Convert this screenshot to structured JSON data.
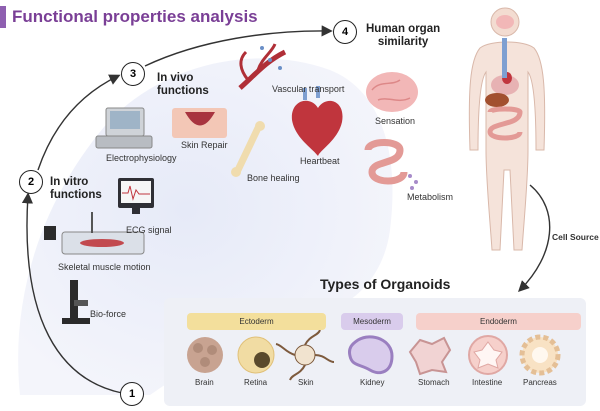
{
  "title": "Functional properties analysis",
  "steps": [
    "1",
    "2",
    "3",
    "4"
  ],
  "sections": {
    "in_vitro": "In vitro\nfunctions",
    "in_vivo": "In vivo\nfunctions",
    "human": "Human organ\nsimilarity"
  },
  "labels": {
    "electrophysiology": "Electrophysiology",
    "skin_repair": "Skin Repair",
    "vascular_transport": "Vascular transport",
    "bone_healing": "Bone healing",
    "heartbeat": "Heartbeat",
    "sensation": "Sensation",
    "metabolism": "Metabolism",
    "ecg_signal": "ECG signal",
    "skeletal_muscle_motion": "Skeletal muscle motion",
    "bio_force": "Bio-force",
    "cell_source": "Cell Source"
  },
  "organoids": {
    "title": "Types of Organoids",
    "germ_layers": [
      "Ectoderm",
      "Mesoderm",
      "Endoderm"
    ],
    "items": [
      "Brain",
      "Retina",
      "Skin",
      "Kidney",
      "Stomach",
      "Intestine",
      "Pancreas"
    ]
  },
  "colors": {
    "title_accent": "#8e5fb0",
    "title_text": "#7a3f96",
    "ectoderm": "#f3df9c",
    "mesoderm": "#d9ccec",
    "endoderm": "#f6d0cb",
    "background_wave": "#e9ecf8"
  }
}
